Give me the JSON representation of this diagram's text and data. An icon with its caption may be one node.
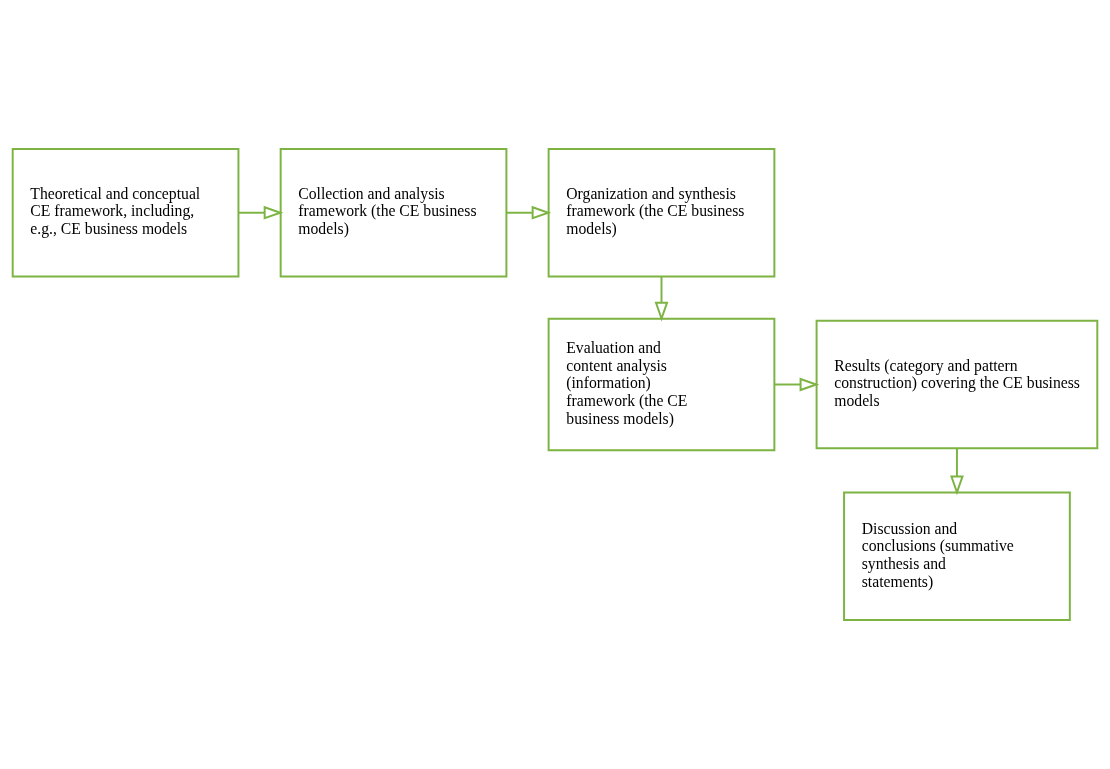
{
  "diagram": {
    "nodes": [
      {
        "text": [
          "Theoretical and conceptual CE framework, including, e.g., CE business models"
        ]
      },
      {
        "text": [
          "Collection and analysis framework (the CE business models)"
        ]
      },
      {
        "text": [
          "Organization and synthesis framework (the CE business models)"
        ]
      },
      {
        "text": [
          "Evaluation and content analysis (information) framework (the CE business models)"
        ]
      },
      {
        "text": [
          "Results (category and pattern construction) covering the CE business models"
        ]
      },
      {
        "text": [
          "Discussion and conclusions (summative synthesis and statements)"
        ]
      }
    ],
    "edges": [
      {
        "from": 0,
        "to": 1,
        "arrow": "to"
      },
      {
        "from": 1,
        "to": 2,
        "arrow": "to"
      },
      {
        "from": 2,
        "to": 3,
        "arrow": "to"
      },
      {
        "from": 3,
        "to": 4,
        "arrow": "to"
      },
      {
        "from": 4,
        "to": 5,
        "arrow": "to"
      }
    ]
  }
}
